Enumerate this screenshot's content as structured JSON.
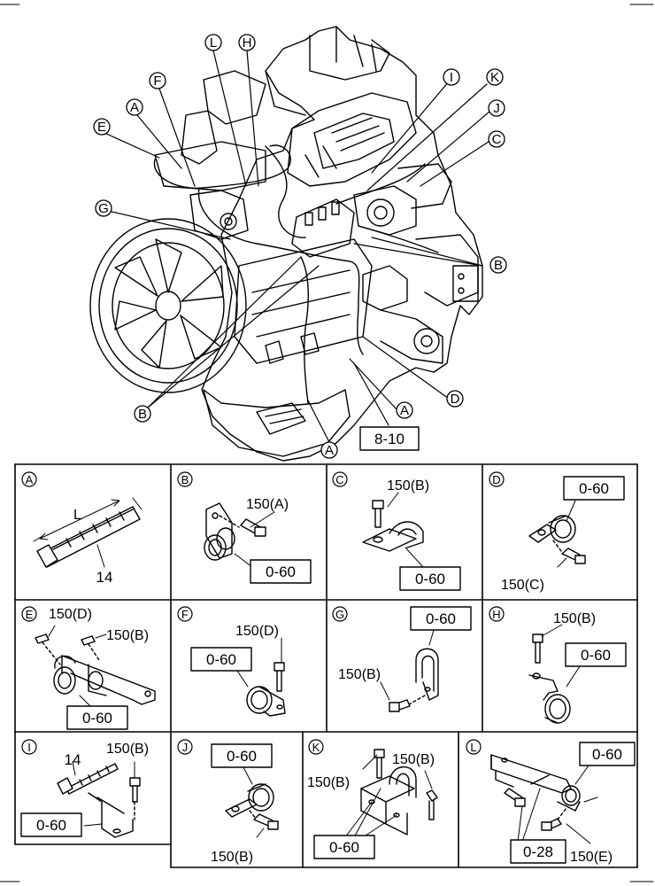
{
  "engine_callouts": {
    "L": "L",
    "H": "H",
    "F": "F",
    "A": "A",
    "E": "E",
    "G": "G",
    "I": "I",
    "K": "K",
    "J": "J",
    "C": "C",
    "B": "B",
    "D": "D"
  },
  "reference_box": "8-10",
  "panels": [
    {
      "letter": "A",
      "labels": {
        "dim": "L",
        "part": "14"
      }
    },
    {
      "letter": "B",
      "labels": {
        "bolt": "150(A)",
        "clip": "0-60"
      }
    },
    {
      "letter": "C",
      "labels": {
        "bolt": "150(B)",
        "clip": "0-60"
      }
    },
    {
      "letter": "D",
      "labels": {
        "clip": "0-60",
        "bolt": "150(C)"
      }
    },
    {
      "letter": "E",
      "labels": {
        "bolt1": "150(D)",
        "bolt2": "150(B)",
        "clip": "0-60"
      }
    },
    {
      "letter": "F",
      "labels": {
        "bolt": "150(D)",
        "clip": "0-60"
      }
    },
    {
      "letter": "G",
      "labels": {
        "clip": "0-60",
        "bolt": "150(B)"
      }
    },
    {
      "letter": "H",
      "labels": {
        "bolt": "150(B)",
        "clip": "0-60"
      }
    },
    {
      "letter": "I",
      "labels": {
        "part": "14",
        "bolt": "150(B)",
        "clip": "0-60"
      }
    },
    {
      "letter": "J",
      "labels": {
        "clip": "0-60",
        "bolt": "150(B)"
      }
    },
    {
      "letter": "K",
      "labels": {
        "bolt1": "150(B)",
        "bolt2": "150(B)",
        "clip": "0-60"
      }
    },
    {
      "letter": "L",
      "labels": {
        "clip1": "0-60",
        "clip2": "0-28",
        "bolt": "150(E)"
      }
    }
  ]
}
